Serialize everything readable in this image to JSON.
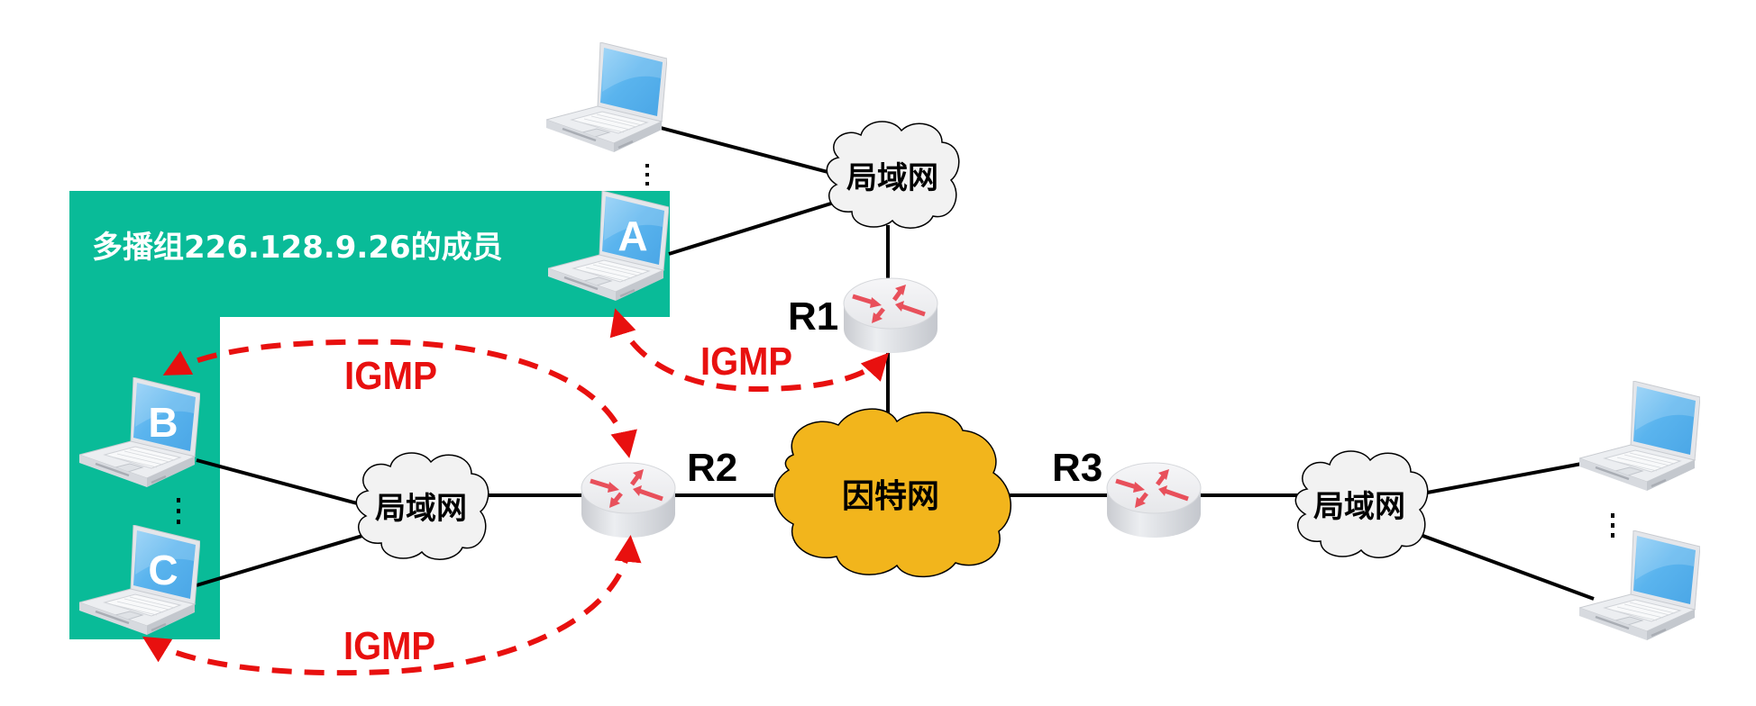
{
  "group_box": {
    "title": "多播组226.128.9.26的成员",
    "color": "#09bb98"
  },
  "hosts": [
    {
      "id": "top-1",
      "label": ""
    },
    {
      "id": "A",
      "label": "A"
    },
    {
      "id": "B",
      "label": "B"
    },
    {
      "id": "C",
      "label": "C"
    },
    {
      "id": "right-1",
      "label": ""
    },
    {
      "id": "right-2",
      "label": ""
    }
  ],
  "lans": [
    {
      "id": "lan-top",
      "label": "局域网"
    },
    {
      "id": "lan-left",
      "label": "局域网"
    },
    {
      "id": "lan-right",
      "label": "局域网"
    }
  ],
  "internet": {
    "label": "因特网",
    "color": "#f2b51c"
  },
  "routers": [
    {
      "id": "R1",
      "label": "R1"
    },
    {
      "id": "R2",
      "label": "R2"
    },
    {
      "id": "R3",
      "label": "R3"
    }
  ],
  "igmp_labels": {
    "r1": "IGMP",
    "upper": "IGMP",
    "lower": "IGMP"
  },
  "colors": {
    "igmp_red": "#e8100f",
    "router_arrow": "#e8505b",
    "screen_blue": "#5ab4ee",
    "link_black": "#000000",
    "lan_cloud_fill": "#f2f2f2"
  }
}
